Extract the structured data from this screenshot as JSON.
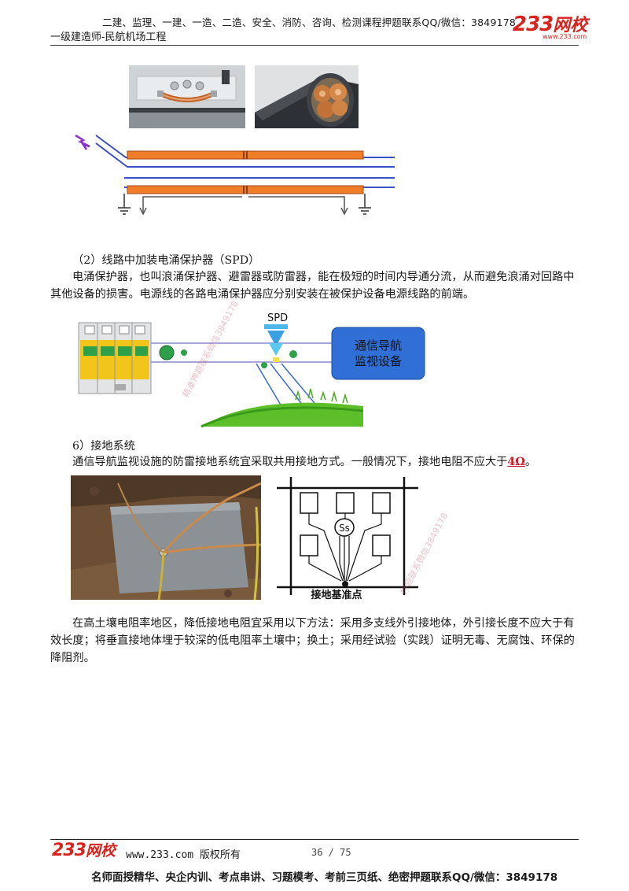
{
  "header": {
    "line1": "二建、监理、一建、一造、二造、安全、消防、咨询、检测课程押题联系QQ/微信：3849178",
    "line2": "一级建造师-民航机场工程",
    "logo_num": "233",
    "logo_cn": "网校",
    "logo_sub": "www.233.com"
  },
  "diagram_spd": {
    "spd_label": "SPD",
    "device_label_line1": "通信导航",
    "device_label_line2": "监视设备"
  },
  "diagram_grid": {
    "center_label": "Ss",
    "base_label": "接地基准点"
  },
  "watermarks": [
    "精准押题联系微信3849178",
    "押题联系微信3849178"
  ],
  "content": {
    "heading_spd": "（2）线路中加装电涌保护器（SPD）",
    "para_spd": "电涌保护器，也叫浪涌保护器、避雷器或防雷器，能在极短的时间内导通分流，从而避免浪涌对回路中其他设备的损害。电源线的各路电涌保护器应分别安装在被保护设备电源线路的前端。",
    "heading_ground": "6）接地系统",
    "para_ground_prefix": "通信导航监视设施的防雷接地系统宜采取共用接地方式。一般情况下，接地电阻不应大于",
    "para_ground_value": "4Ω",
    "para_ground_suffix": "。",
    "para_soil": "在高土壤电阻率地区，降低接地电阻宜采用以下方法：采用多支线外引接地体，外引接长度不应大于有效长度；将垂直接地体埋于较深的低电阻率土壤中；换土；采用经试验（实践）证明无毒、无腐蚀、环保的降阻剂。"
  },
  "footer": {
    "logo_num": "233",
    "logo_cn": "网校",
    "site": "www.233.com 版权所有",
    "page": "36 / 75",
    "bottom": "名师面授精华、央企内训、考点串讲、习题模考、考前三页纸、绝密押题联系QQ/微信：3849178"
  },
  "colors": {
    "logo_red": "#d8231e",
    "cable_orange": "#f07d2a",
    "line_blue": "#3a4fc8",
    "box_blue": "#2f6fd6",
    "link_red": "#c8202a"
  }
}
